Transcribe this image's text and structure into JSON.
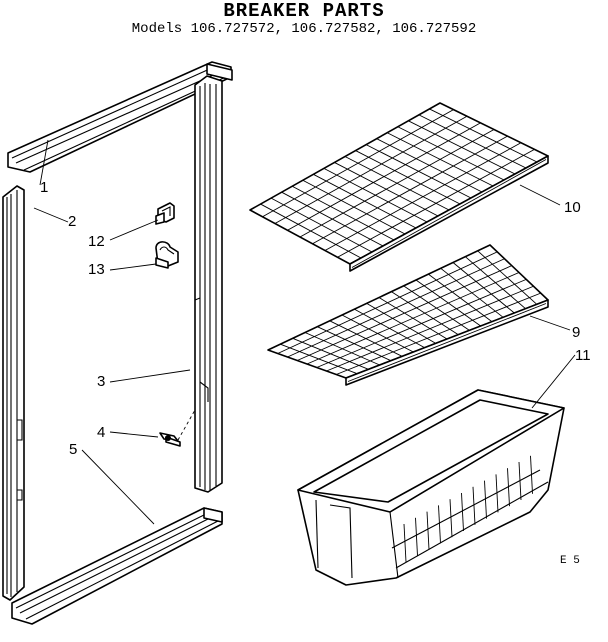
{
  "header": {
    "title": "BREAKER PARTS",
    "subtitle": "Models 106.727572, 106.727582, 106.727592"
  },
  "callouts": [
    "1",
    "2",
    "12",
    "13",
    "3",
    "4",
    "5",
    "10",
    "9",
    "11"
  ],
  "drawing_code": "E 5",
  "parts": [
    "top-breaker",
    "left-breaker",
    "right-breaker",
    "bottom-breaker",
    "clip-12",
    "clip-13",
    "screw-4",
    "shelf-10",
    "shelf-9",
    "crisper-pan-11"
  ]
}
